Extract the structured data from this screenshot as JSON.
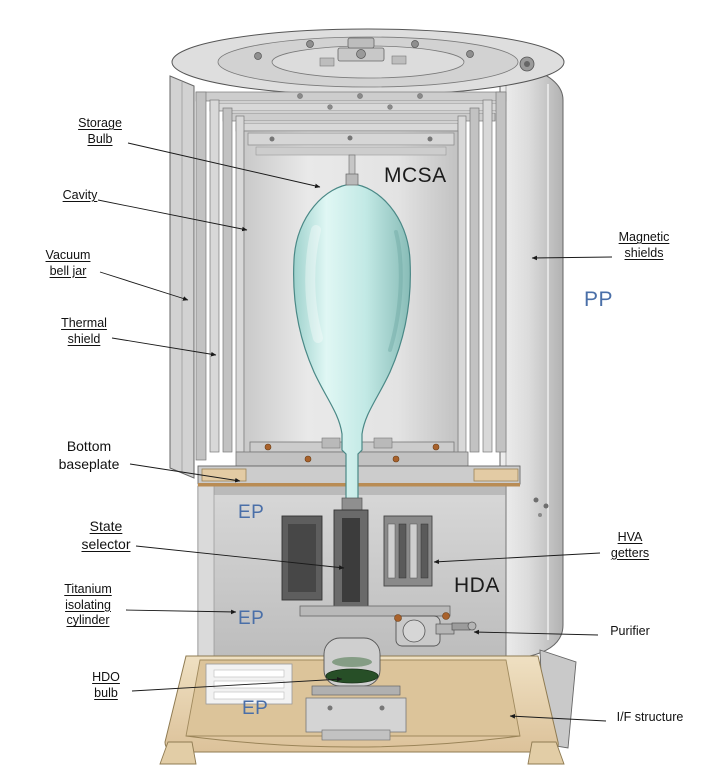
{
  "figure": {
    "description": "Cutaway CAD view of a space hydrogen maser physics package",
    "labels": {
      "storage_bulb": "Storage\nBulb",
      "cavity": "Cavity",
      "vacuum_bell_jar": "Vacuum\nbell jar",
      "thermal_shield": "Thermal\nshield",
      "bottom_baseplate": "Bottom\nbaseplate",
      "state_selector": "State\nselector",
      "titanium_isolating_cylinder": "Titanium\nisolating\ncylinder",
      "hdo_bulb": "HDO\nbulb",
      "magnetic_shields": "Magnetic\nshields",
      "hva_getters": "HVA\ngetters",
      "purifier": "Purifier",
      "if_structure": "I/F structure",
      "mcsa": "MCSA",
      "pp": "PP",
      "hda": "HDA",
      "ep_top": "EP",
      "ep_mid": "EP",
      "ep_bottom": "EP"
    },
    "colors": {
      "bulb_fill": "#c2e9e5",
      "bulb_stroke": "#4a8886",
      "base_tan": "#ead8b8",
      "base_tan_dark": "#dcc49a",
      "copper_bolt": "#a9622c",
      "blue_text": "#4a6fa8",
      "dark_text": "#1c1c1c",
      "metal_light": "#e8e8e8",
      "metal_mid": "#c9c9c9",
      "metal_dark": "#5e5e5e",
      "hdo_green": "#274f27"
    }
  }
}
